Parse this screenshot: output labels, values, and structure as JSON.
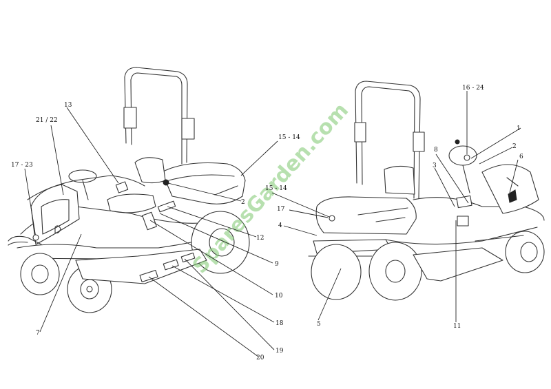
{
  "watermark": "SparesGarden.com",
  "callouts": {
    "c1": "1",
    "c2a": "2",
    "c2b": "2",
    "c3": "3",
    "c4": "4",
    "c5": "5",
    "c6": "6",
    "c7": "7",
    "c8": "8",
    "c9": "9",
    "c10": "10",
    "c11": "11",
    "c12": "12",
    "c13": "13",
    "c15_14a": "15 - 14",
    "c15_14b": "15 - 14",
    "c16_24": "16 - 24",
    "c17": "17",
    "c17_23": "17 - 23",
    "c18": "18",
    "c19": "19",
    "c20": "20",
    "c21_22": "21 / 22"
  }
}
